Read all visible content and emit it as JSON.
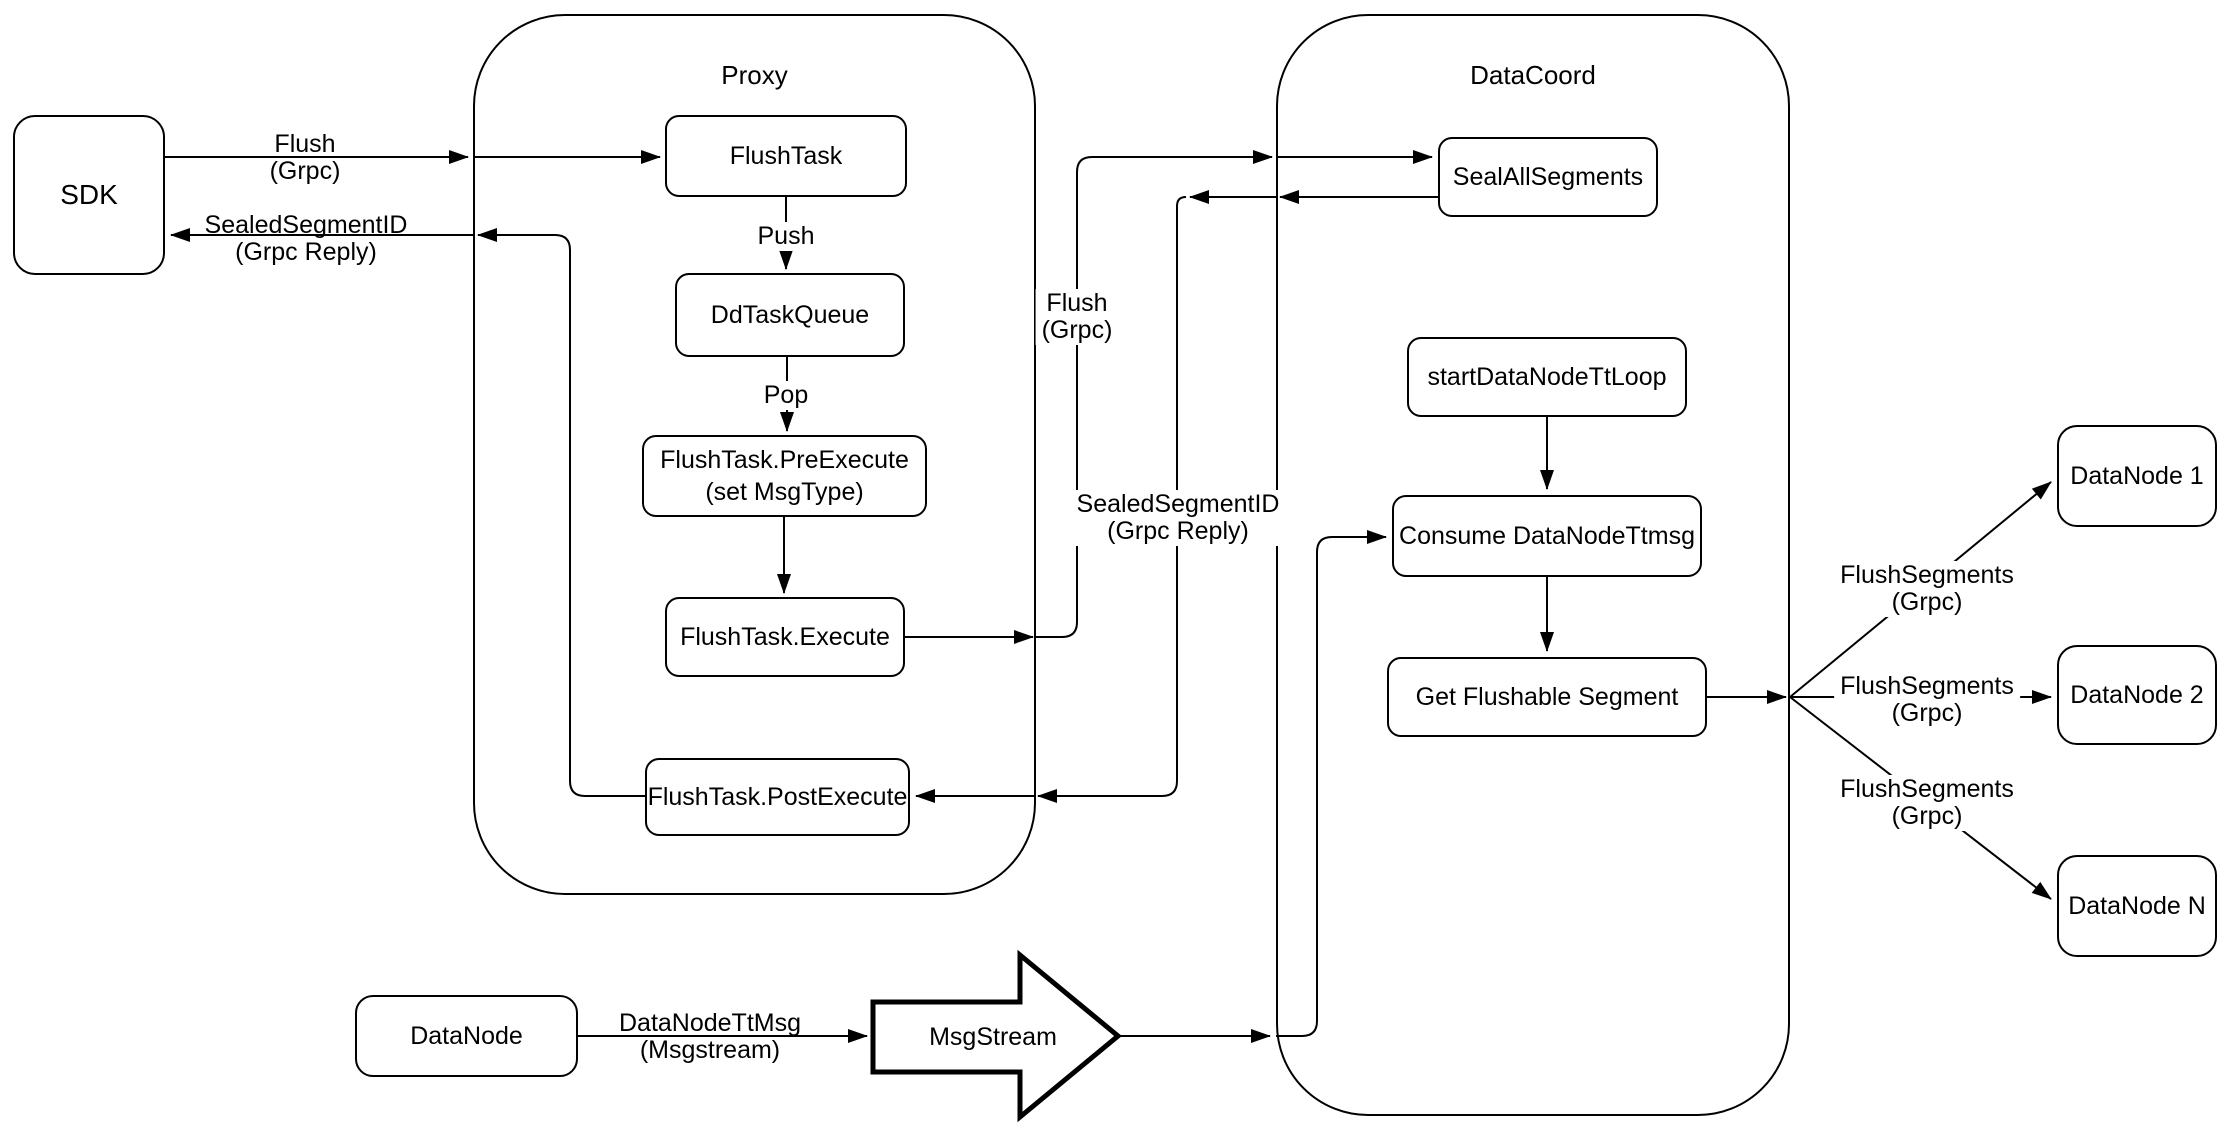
{
  "containers": {
    "proxy": {
      "label": "Proxy"
    },
    "datacoord": {
      "label": "DataCoord"
    }
  },
  "nodes": {
    "sdk": {
      "label": "SDK"
    },
    "flush_task": {
      "label": "FlushTask"
    },
    "dd_task_queue": {
      "label": "DdTaskQueue"
    },
    "flush_task_pre_execute": {
      "line1": "FlushTask.PreExecute",
      "line2": "(set MsgType)"
    },
    "flush_task_execute": {
      "label": "FlushTask.Execute"
    },
    "flush_task_post_execute": {
      "label": "FlushTask.PostExecute"
    },
    "seal_all_segments": {
      "label": "SealAllSegments"
    },
    "start_data_node_tt_loop": {
      "label": "startDataNodeTtLoop"
    },
    "consume_data_node_ttmsg": {
      "label": "Consume DataNodeTtmsg"
    },
    "get_flushable_segment": {
      "label": "Get Flushable Segment"
    },
    "data_node_1": {
      "label": "DataNode 1"
    },
    "data_node_2": {
      "label": "DataNode 2"
    },
    "data_node_n": {
      "label": "DataNode N"
    },
    "data_node": {
      "label": "DataNode"
    },
    "msg_stream": {
      "label": "MsgStream"
    }
  },
  "edge_labels": {
    "flush_to_proxy": {
      "line1": "Flush",
      "line2": "(Grpc)"
    },
    "sealed_segment_to_sdk": {
      "line1": "SealedSegmentID",
      "line2": "(Grpc Reply)"
    },
    "push": {
      "label": "Push"
    },
    "pop": {
      "label": "Pop"
    },
    "flush_to_datacoord": {
      "line1": "Flush",
      "line2": "(Grpc)"
    },
    "sealed_segment_reply": {
      "line1": "SealedSegmentID",
      "line2": "(Grpc Reply)"
    },
    "flush_segments_1": {
      "line1": "FlushSegments",
      "line2": "(Grpc)"
    },
    "flush_segments_2": {
      "line1": "FlushSegments",
      "line2": "(Grpc)"
    },
    "flush_segments_3": {
      "line1": "FlushSegments",
      "line2": "(Grpc)"
    },
    "data_node_tt_msg": {
      "line1": "DataNodeTtMsg",
      "line2": "(Msgstream)"
    }
  },
  "colors": {
    "stroke": "#000000",
    "background": "#ffffff"
  }
}
